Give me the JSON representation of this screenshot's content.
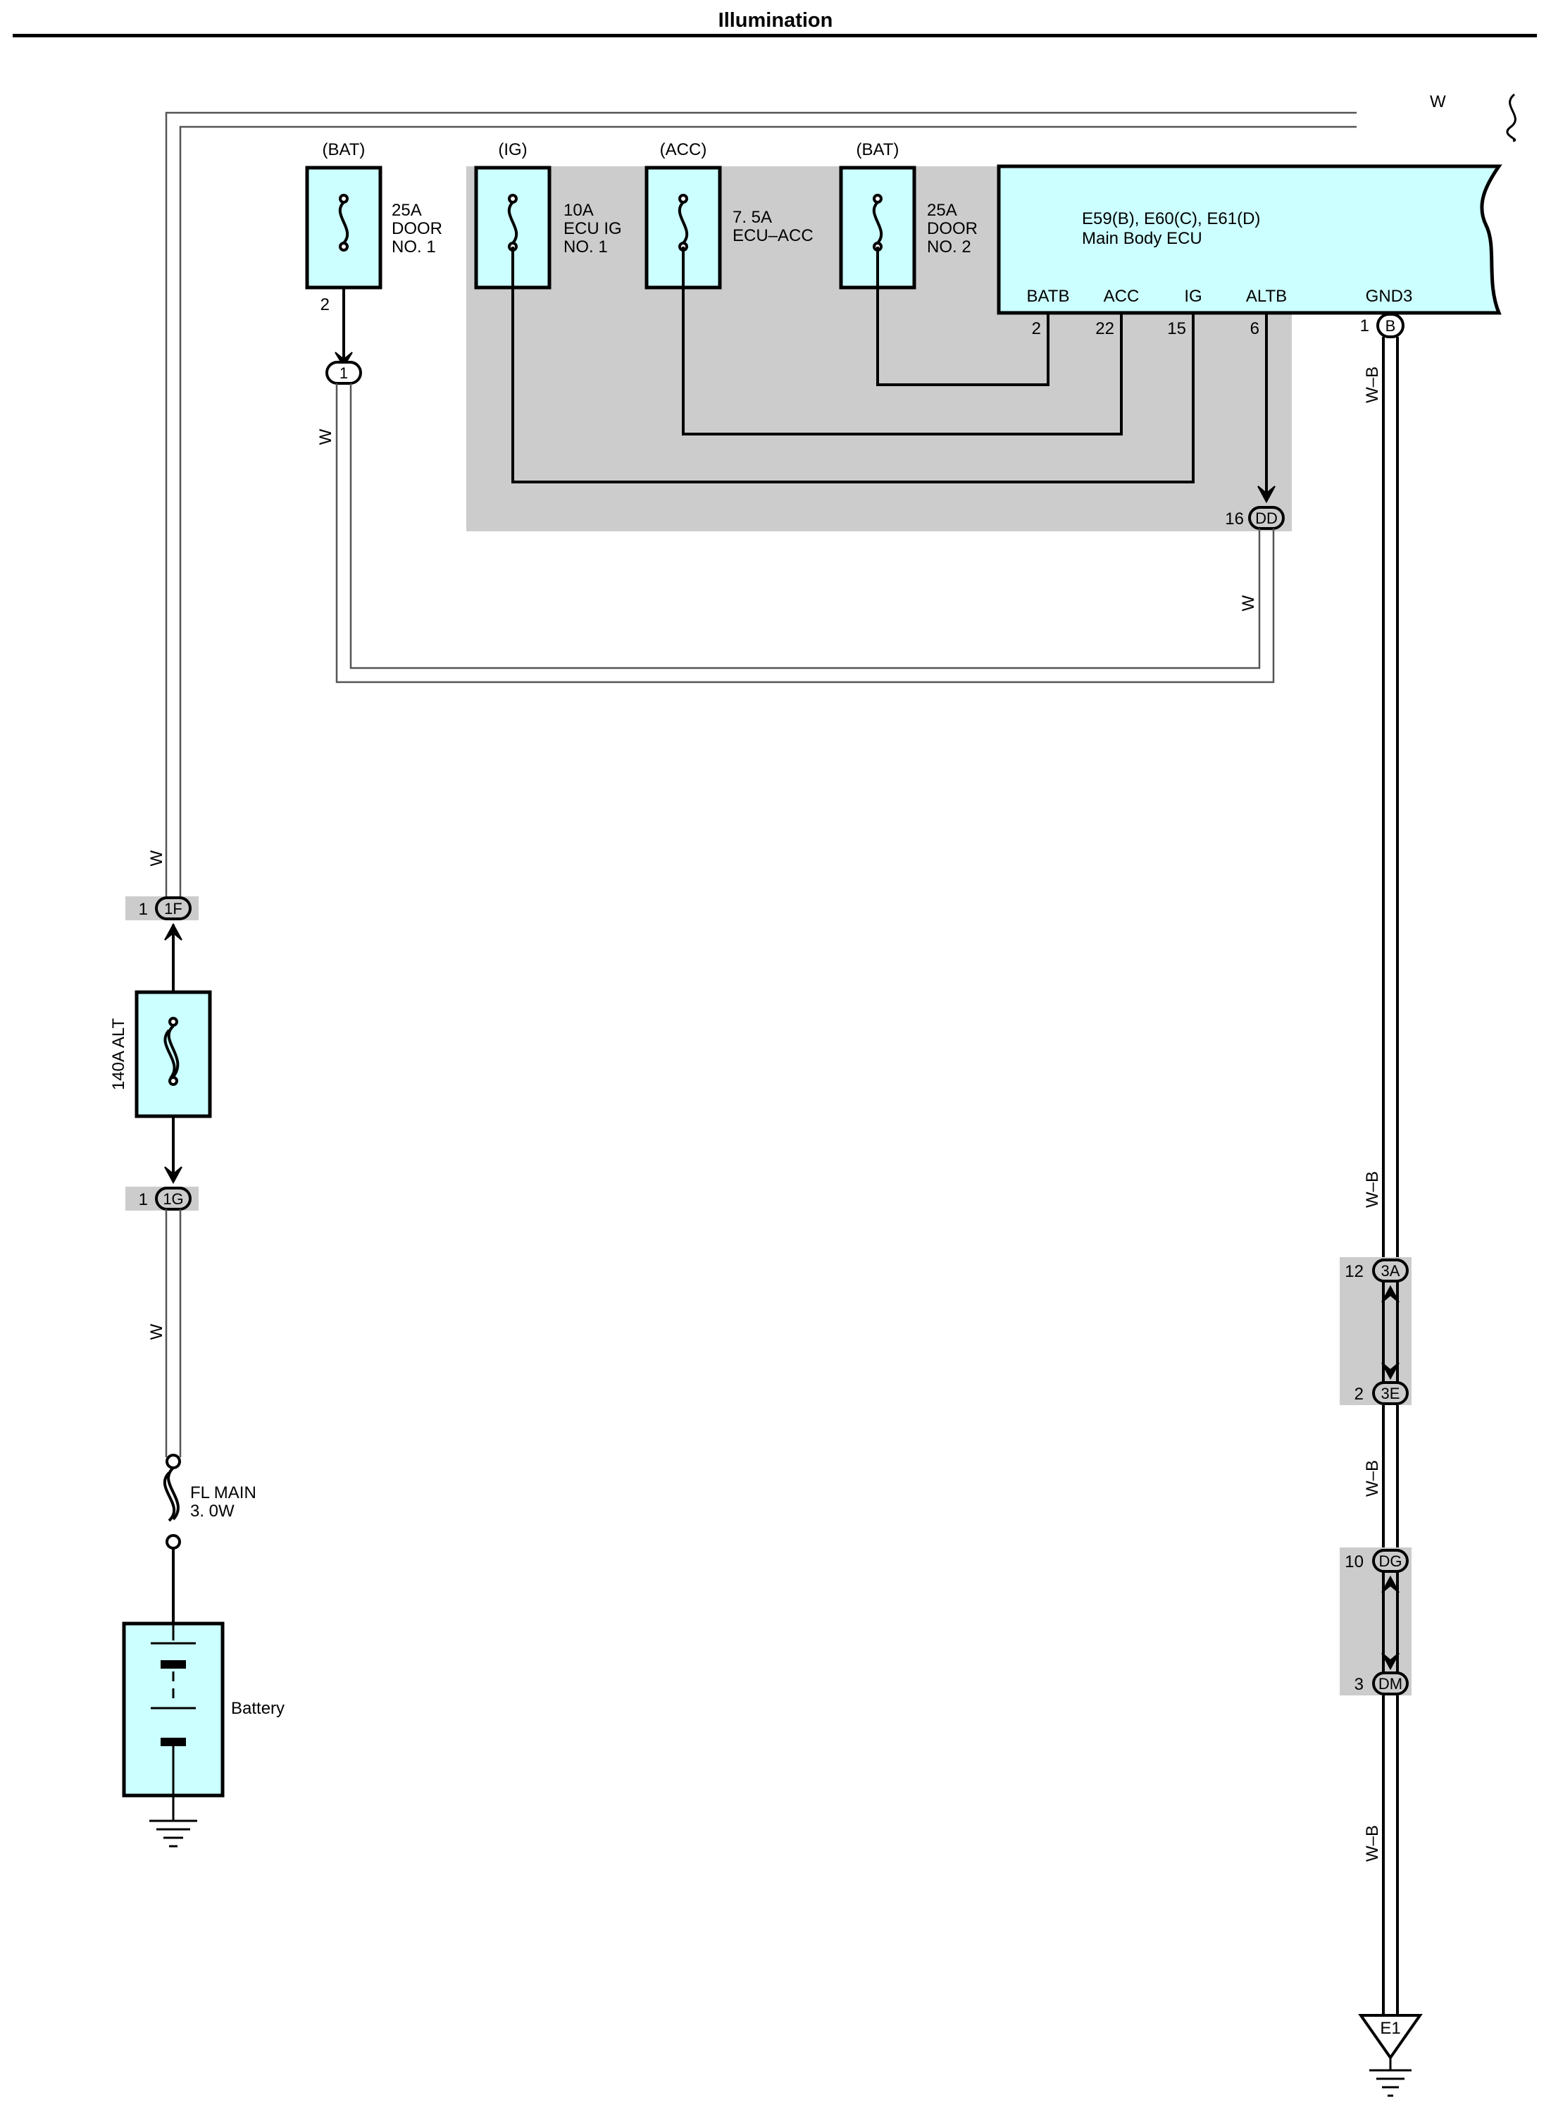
{
  "title": "Illumination",
  "colors": {
    "component_fill": "#ccffff",
    "shade_fill": "#cccccc",
    "wire": "#000000",
    "wire_core": "#ffffff"
  },
  "wire_labels": {
    "top_w": "W",
    "door1_w": "W",
    "dd_w": "W",
    "left_w_upper": "W",
    "left_w_lower": "W",
    "gnd_wb_1": "W–B",
    "gnd_wb_2": "W–B",
    "gnd_wb_3": "W–B",
    "gnd_wb_4": "W–B"
  },
  "fuses": [
    {
      "source": "(BAT)",
      "rating": "25A",
      "name1": "DOOR",
      "name2": "NO. 1",
      "icon": "fuse-icon"
    },
    {
      "source": "(IG)",
      "rating": "10A",
      "name1": "ECU IG",
      "name2": "NO. 1",
      "icon": "fuse-icon"
    },
    {
      "source": "(ACC)",
      "rating": "7. 5A",
      "name1": "ECU–ACC",
      "name2": "",
      "icon": "fuse-icon"
    },
    {
      "source": "(BAT)",
      "rating": "25A",
      "name1": "DOOR",
      "name2": "NO. 2",
      "icon": "fuse-icon"
    }
  ],
  "ecu": {
    "connectors": "E59(B), E60(C), E61(D)",
    "name": "Main Body ECU",
    "pins": [
      {
        "name": "BATB",
        "number": "2"
      },
      {
        "name": "ACC",
        "number": "22"
      },
      {
        "name": "IG",
        "number": "15"
      },
      {
        "name": "ALTB",
        "number": "6"
      },
      {
        "name": "GND3",
        "number": "1"
      }
    ]
  },
  "connectors": {
    "door1_pin": "2",
    "door1_junction": "1",
    "dd_pin": "16",
    "dd_code": "DD",
    "gnd3_code": "B",
    "c1f_pin": "1",
    "c1f_code": "1F",
    "c1g_pin": "1",
    "c1g_code": "1G",
    "c3a_pin": "12",
    "c3a_code": "3A",
    "c3e_pin": "2",
    "c3e_code": "3E",
    "cdg_pin": "10",
    "cdg_code": "DG",
    "cdm_pin": "3",
    "cdm_code": "DM"
  },
  "alt_fuse": "140A ALT",
  "fl_main": {
    "line1": "FL MAIN",
    "line2": "3. 0W"
  },
  "battery": "Battery",
  "ground": "E1"
}
